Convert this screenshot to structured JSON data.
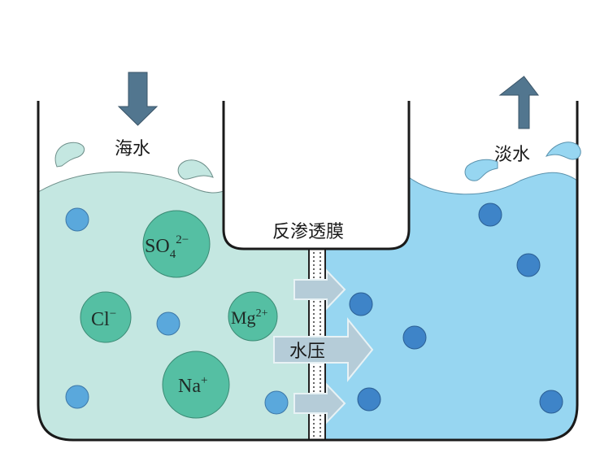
{
  "labels": {
    "seawater": "海水",
    "freshwater": "淡水",
    "membrane": "反渗透膜",
    "water_pressure": "水压"
  },
  "ions": [
    {
      "id": "sulfate",
      "base": "SO",
      "sub": "4",
      "sup": "2−"
    },
    {
      "id": "chloride",
      "base": "Cl",
      "sub": "",
      "sup": "−"
    },
    {
      "id": "magnesium",
      "base": "Mg",
      "sub": "",
      "sup": "2+"
    },
    {
      "id": "sodium",
      "base": "Na",
      "sub": "",
      "sup": "+"
    }
  ],
  "arrows": {
    "inflow": "down-arrow",
    "outflow": "up-arrow"
  },
  "colors": {
    "seawater": "#c4e7e1",
    "freshwater": "#97d6f1",
    "ion_fill": "#55bfa3",
    "water_molecule_left": "#5aa8dc",
    "water_molecule_right": "#3e84c8",
    "pressure_arrow": "#b5ccd8",
    "flow_arrow": "#52768f"
  }
}
